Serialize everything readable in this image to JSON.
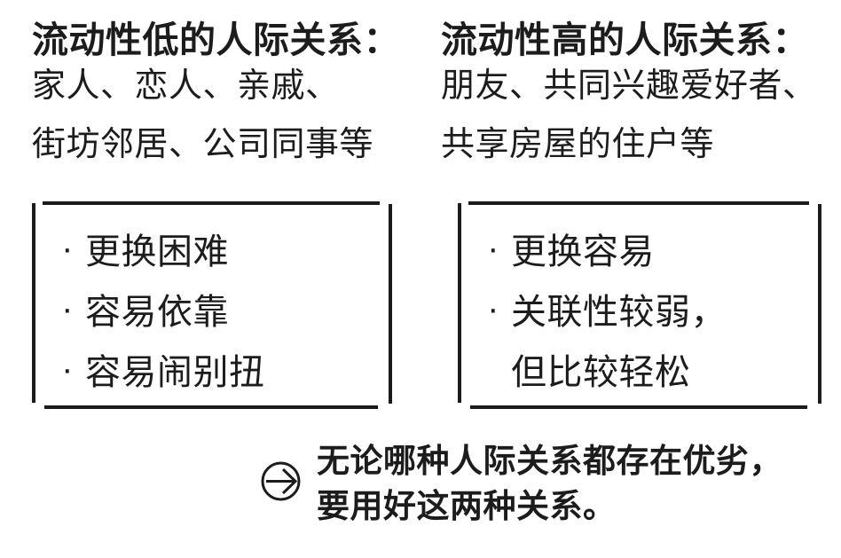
{
  "canvas": {
    "background": "#ffffff",
    "ink_color": "#1c1c1c"
  },
  "bullet_char": "·",
  "columns": [
    {
      "title": "流动性低的人际关系：",
      "examples": [
        "家人、恋人、亲戚、",
        "街坊邻居、公司同事等"
      ],
      "traits": [
        {
          "text": "更换困难",
          "bullet": true
        },
        {
          "text": "容易依靠",
          "bullet": true
        },
        {
          "text": "容易闹别扭",
          "bullet": true
        }
      ]
    },
    {
      "title": "流动性高的人际关系：",
      "examples": [
        "朋友、共同兴趣爱好者、",
        "共享房屋的住户等"
      ],
      "traits": [
        {
          "text": "更换容易",
          "bullet": true
        },
        {
          "text": "关联性较弱，",
          "bullet": true
        },
        {
          "text": "但比较轻松",
          "bullet": false
        }
      ]
    }
  ],
  "conclusion": {
    "icon": "circle-right-arrow",
    "lines": [
      "无论哪种人际关系都存在优劣，",
      "要用好这两种关系。"
    ]
  }
}
